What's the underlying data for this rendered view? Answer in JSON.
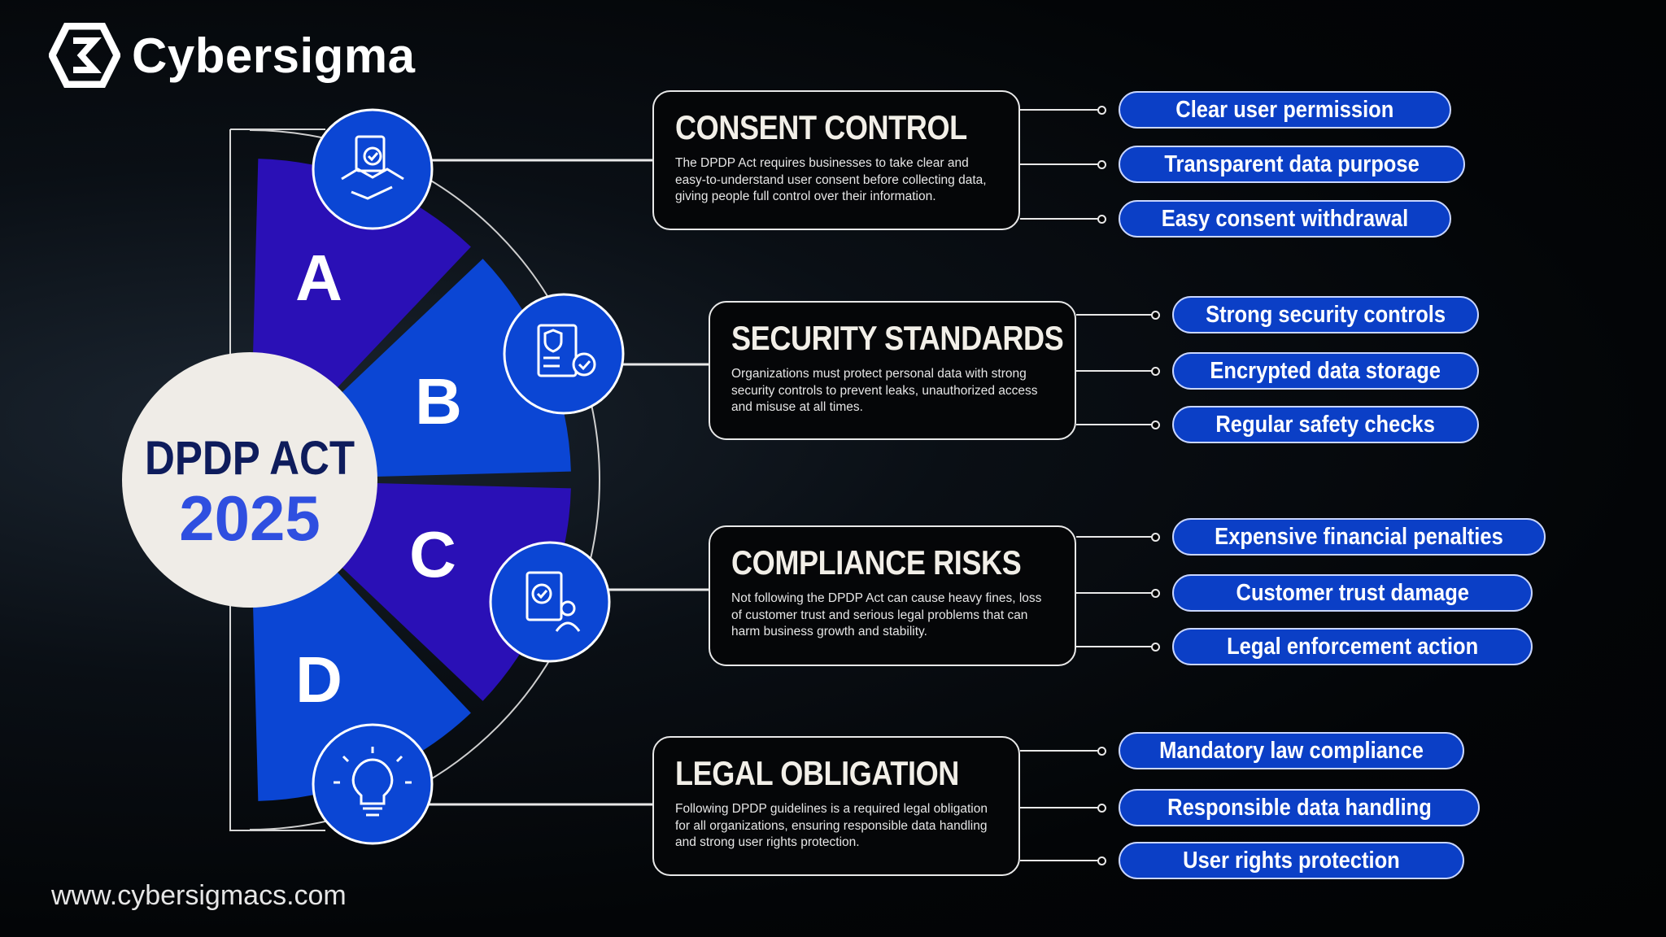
{
  "brand": {
    "name": "Cybersigma",
    "website": "www.cybersigmacs.com"
  },
  "center": {
    "line1": "DPDP ACT",
    "line2": "2025"
  },
  "colors": {
    "indigo": "#2a10b6",
    "blue": "#0b46d4",
    "pill": "#0b3fc6"
  },
  "sections": [
    {
      "letter": "A",
      "icon": "handshake-consent-icon",
      "title": "CONSENT CONTROL",
      "description": "The DPDP Act requires businesses to take clear and easy-to-understand user consent before collecting data, giving people full control over their information.",
      "points": [
        "Clear user permission",
        "Transparent data purpose",
        "Easy consent withdrawal"
      ]
    },
    {
      "letter": "B",
      "icon": "security-document-icon",
      "title": "SECURITY STANDARDS",
      "description": "Organizations must protect personal data with strong security controls to prevent leaks, unauthorized access and misuse at all times.",
      "points": [
        "Strong security controls",
        "Encrypted data storage",
        "Regular safety checks"
      ]
    },
    {
      "letter": "C",
      "icon": "compliance-user-icon",
      "title": "COMPLIANCE RISKS",
      "description": "Not following the DPDP Act can cause heavy fines, loss of customer trust and serious legal problems that can harm business growth and stability.",
      "points": [
        "Expensive financial penalties",
        "Customer trust damage",
        "Legal enforcement action"
      ]
    },
    {
      "letter": "D",
      "icon": "lightbulb-icon",
      "title": "LEGAL OBLIGATION",
      "description": "Following DPDP guidelines is a required legal obligation for all organizations, ensuring responsible data handling and strong user rights protection.",
      "points": [
        "Mandatory law compliance",
        "Responsible data handling",
        "User rights protection"
      ]
    }
  ]
}
